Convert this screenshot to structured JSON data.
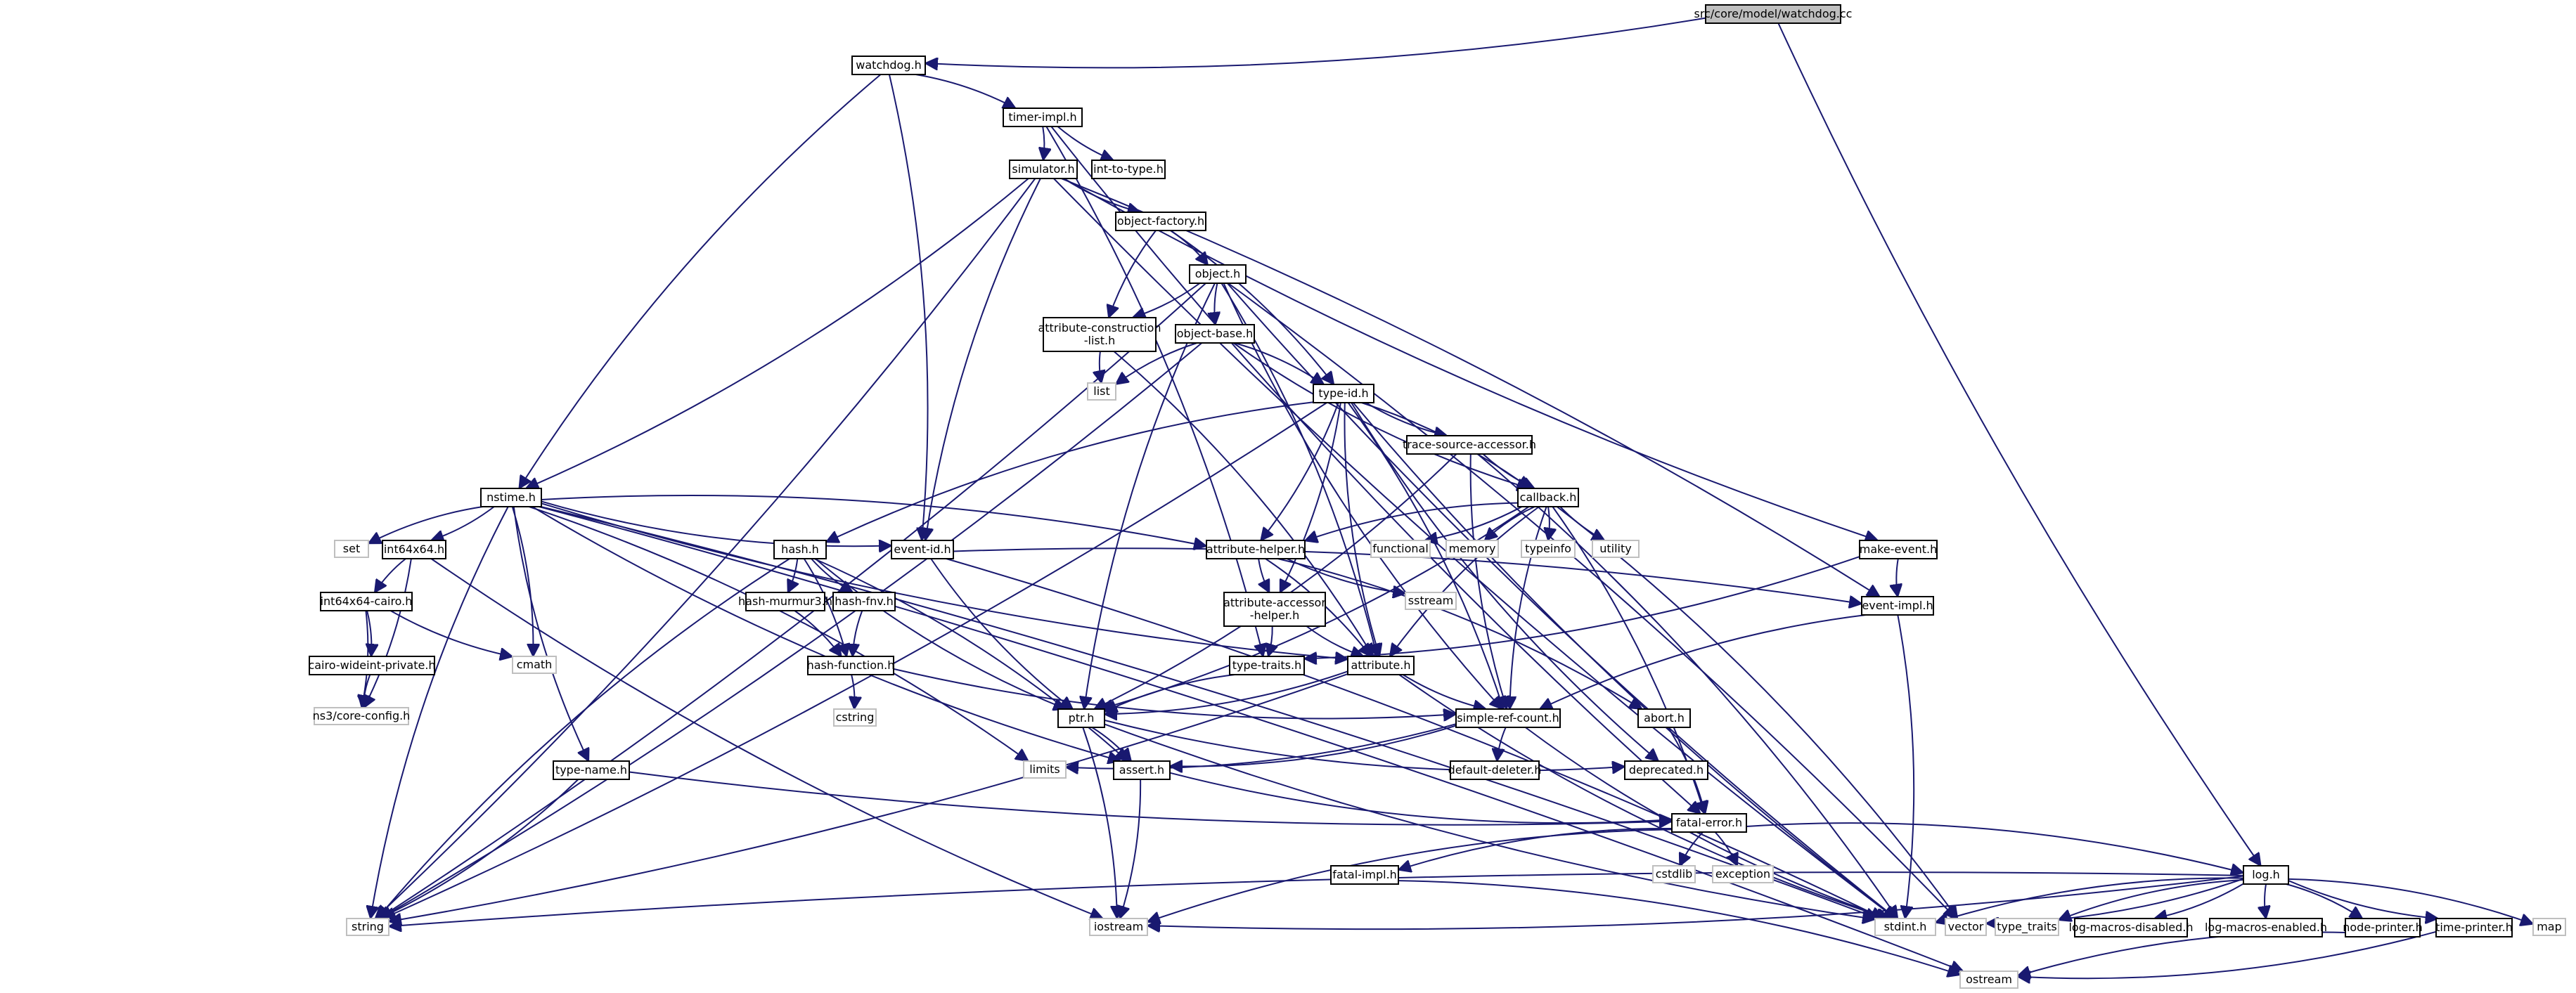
{
  "graph": {
    "nodes": [
      {
        "id": "root",
        "label": "src/core/model/watchdog.cc",
        "kind": "root"
      },
      {
        "id": "watchdog_h",
        "label": "watchdog.h",
        "kind": "project"
      },
      {
        "id": "timer_impl",
        "label": "timer-impl.h",
        "kind": "project"
      },
      {
        "id": "int_to_type",
        "label": "int-to-type.h",
        "kind": "project"
      },
      {
        "id": "simulator",
        "label": "simulator.h",
        "kind": "project"
      },
      {
        "id": "object_factory",
        "label": "object-factory.h",
        "kind": "project"
      },
      {
        "id": "object",
        "label": "object.h",
        "kind": "project"
      },
      {
        "id": "attr_construction",
        "label": [
          "attribute-construction",
          "-list.h"
        ],
        "kind": "project"
      },
      {
        "id": "object_base",
        "label": "object-base.h",
        "kind": "project"
      },
      {
        "id": "list",
        "label": "list",
        "kind": "system"
      },
      {
        "id": "type_id",
        "label": "type-id.h",
        "kind": "project"
      },
      {
        "id": "trace_source",
        "label": "trace-source-accessor.h",
        "kind": "project"
      },
      {
        "id": "callback",
        "label": "callback.h",
        "kind": "project"
      },
      {
        "id": "nstime",
        "label": "nstime.h",
        "kind": "project"
      },
      {
        "id": "set",
        "label": "set",
        "kind": "system"
      },
      {
        "id": "int64x64",
        "label": "int64x64.h",
        "kind": "project"
      },
      {
        "id": "hash",
        "label": "hash.h",
        "kind": "project"
      },
      {
        "id": "event_id",
        "label": "event-id.h",
        "kind": "project"
      },
      {
        "id": "attr_helper",
        "label": "attribute-helper.h",
        "kind": "project"
      },
      {
        "id": "functional",
        "label": "functional",
        "kind": "system"
      },
      {
        "id": "memory",
        "label": "memory",
        "kind": "system"
      },
      {
        "id": "typeinfo",
        "label": "typeinfo",
        "kind": "system"
      },
      {
        "id": "utility",
        "label": "utility",
        "kind": "system"
      },
      {
        "id": "make_event",
        "label": "make-event.h",
        "kind": "project"
      },
      {
        "id": "int64x64_cairo",
        "label": "int64x64-cairo.h",
        "kind": "project"
      },
      {
        "id": "hash_murmur3",
        "label": "hash-murmur3.h",
        "kind": "project"
      },
      {
        "id": "hash_fnv",
        "label": "hash-fnv.h",
        "kind": "project"
      },
      {
        "id": "sstream",
        "label": "sstream",
        "kind": "system"
      },
      {
        "id": "attr_accessor",
        "label": [
          "attribute-accessor",
          "-helper.h"
        ],
        "kind": "project"
      },
      {
        "id": "event_impl",
        "label": "event-impl.h",
        "kind": "project"
      },
      {
        "id": "cmath",
        "label": "cmath",
        "kind": "system"
      },
      {
        "id": "cairo_wideint",
        "label": "cairo-wideint-private.h",
        "kind": "project"
      },
      {
        "id": "hash_function",
        "label": "hash-function.h",
        "kind": "project"
      },
      {
        "id": "type_traits_h",
        "label": "type-traits.h",
        "kind": "project"
      },
      {
        "id": "attribute",
        "label": "attribute.h",
        "kind": "project"
      },
      {
        "id": "ns3_config",
        "label": "ns3/core-config.h",
        "kind": "system"
      },
      {
        "id": "cstring",
        "label": "cstring",
        "kind": "system"
      },
      {
        "id": "ptr",
        "label": "ptr.h",
        "kind": "project"
      },
      {
        "id": "simple_ref",
        "label": "simple-ref-count.h",
        "kind": "project"
      },
      {
        "id": "abort",
        "label": "abort.h",
        "kind": "project"
      },
      {
        "id": "type_name",
        "label": "type-name.h",
        "kind": "project"
      },
      {
        "id": "limits",
        "label": "limits",
        "kind": "system"
      },
      {
        "id": "assert",
        "label": "assert.h",
        "kind": "project"
      },
      {
        "id": "default_deleter",
        "label": "default-deleter.h",
        "kind": "project"
      },
      {
        "id": "deprecated",
        "label": "deprecated.h",
        "kind": "project"
      },
      {
        "id": "fatal_error",
        "label": "fatal-error.h",
        "kind": "project"
      },
      {
        "id": "cstdlib",
        "label": "cstdlib",
        "kind": "system"
      },
      {
        "id": "exception",
        "label": "exception",
        "kind": "system"
      },
      {
        "id": "fatal_impl",
        "label": "fatal-impl.h",
        "kind": "project"
      },
      {
        "id": "log",
        "label": "log.h",
        "kind": "project"
      },
      {
        "id": "string",
        "label": "string",
        "kind": "system"
      },
      {
        "id": "iostream",
        "label": "iostream",
        "kind": "system"
      },
      {
        "id": "stdint",
        "label": "stdint.h",
        "kind": "system"
      },
      {
        "id": "vector",
        "label": "vector",
        "kind": "system"
      },
      {
        "id": "type_traits",
        "label": "type_traits",
        "kind": "system"
      },
      {
        "id": "log_disabled",
        "label": "log-macros-disabled.h",
        "kind": "project"
      },
      {
        "id": "log_enabled",
        "label": "log-macros-enabled.h",
        "kind": "project"
      },
      {
        "id": "node_printer",
        "label": "node-printer.h",
        "kind": "project"
      },
      {
        "id": "time_printer",
        "label": "time-printer.h",
        "kind": "project"
      },
      {
        "id": "map",
        "label": "map",
        "kind": "system"
      },
      {
        "id": "ostream",
        "label": "ostream",
        "kind": "system"
      }
    ],
    "edges": [
      [
        "root",
        "watchdog_h"
      ],
      [
        "root",
        "log"
      ],
      [
        "watchdog_h",
        "timer_impl"
      ],
      [
        "watchdog_h",
        "nstime"
      ],
      [
        "watchdog_h",
        "event_id"
      ],
      [
        "timer_impl",
        "int_to_type"
      ],
      [
        "timer_impl",
        "simulator"
      ],
      [
        "timer_impl",
        "fatal_error"
      ],
      [
        "timer_impl",
        "type_traits_h"
      ],
      [
        "simulator",
        "object_factory"
      ],
      [
        "simulator",
        "nstime"
      ],
      [
        "simulator",
        "event_id"
      ],
      [
        "simulator",
        "event_impl"
      ],
      [
        "simulator",
        "make_event"
      ],
      [
        "simulator",
        "string"
      ],
      [
        "simulator",
        "stdint"
      ],
      [
        "object_factory",
        "object"
      ],
      [
        "object_factory",
        "attr_construction"
      ],
      [
        "object_factory",
        "type_id"
      ],
      [
        "object",
        "object_base"
      ],
      [
        "object",
        "attr_construction"
      ],
      [
        "object",
        "ptr"
      ],
      [
        "object",
        "attribute"
      ],
      [
        "object",
        "simple_ref"
      ],
      [
        "object",
        "string"
      ],
      [
        "object",
        "stdint"
      ],
      [
        "object",
        "vector"
      ],
      [
        "attr_construction",
        "list"
      ],
      [
        "attr_construction",
        "attribute"
      ],
      [
        "object_base",
        "list"
      ],
      [
        "object_base",
        "type_id"
      ],
      [
        "object_base",
        "callback"
      ],
      [
        "object_base",
        "string"
      ],
      [
        "type_id",
        "trace_source"
      ],
      [
        "type_id",
        "callback"
      ],
      [
        "type_id",
        "hash"
      ],
      [
        "type_id",
        "attr_helper"
      ],
      [
        "type_id",
        "attribute"
      ],
      [
        "type_id",
        "attr_accessor"
      ],
      [
        "type_id",
        "deprecated"
      ],
      [
        "type_id",
        "string"
      ],
      [
        "type_id",
        "stdint"
      ],
      [
        "type_id",
        "simple_ref"
      ],
      [
        "trace_source",
        "callback"
      ],
      [
        "trace_source",
        "ptr"
      ],
      [
        "trace_source",
        "simple_ref"
      ],
      [
        "trace_source",
        "stdint"
      ],
      [
        "callback",
        "attr_helper"
      ],
      [
        "callback",
        "functional"
      ],
      [
        "callback",
        "memory"
      ],
      [
        "callback",
        "typeinfo"
      ],
      [
        "callback",
        "utility"
      ],
      [
        "callback",
        "ptr"
      ],
      [
        "callback",
        "simple_ref"
      ],
      [
        "callback",
        "fatal_error"
      ],
      [
        "callback",
        "attribute"
      ],
      [
        "callback",
        "vector"
      ],
      [
        "nstime",
        "set"
      ],
      [
        "nstime",
        "int64x64"
      ],
      [
        "nstime",
        "event_id"
      ],
      [
        "nstime",
        "attr_helper"
      ],
      [
        "nstime",
        "attribute"
      ],
      [
        "nstime",
        "cmath"
      ],
      [
        "nstime",
        "type_name"
      ],
      [
        "nstime",
        "limits"
      ],
      [
        "nstime",
        "assert"
      ],
      [
        "nstime",
        "ostream"
      ],
      [
        "nstime",
        "string"
      ],
      [
        "nstime",
        "stdint"
      ],
      [
        "int64x64",
        "int64x64_cairo"
      ],
      [
        "int64x64",
        "ns3_config"
      ],
      [
        "int64x64",
        "iostream"
      ],
      [
        "int64x64_cairo",
        "cairo_wideint"
      ],
      [
        "int64x64_cairo",
        "cmath"
      ],
      [
        "int64x64_cairo",
        "ns3_config"
      ],
      [
        "cairo_wideint",
        "ns3_config"
      ],
      [
        "hash",
        "hash_murmur3"
      ],
      [
        "hash",
        "hash_fnv"
      ],
      [
        "hash",
        "hash_function"
      ],
      [
        "hash",
        "ptr"
      ],
      [
        "hash",
        "assert"
      ],
      [
        "hash",
        "string"
      ],
      [
        "hash_murmur3",
        "hash_function"
      ],
      [
        "hash_fnv",
        "hash_function"
      ],
      [
        "hash_function",
        "cstring"
      ],
      [
        "hash_function",
        "simple_ref"
      ],
      [
        "event_id",
        "event_impl"
      ],
      [
        "event_id",
        "ptr"
      ],
      [
        "event_id",
        "stdint"
      ],
      [
        "attr_helper",
        "attr_accessor"
      ],
      [
        "attr_helper",
        "attribute"
      ],
      [
        "attr_helper",
        "sstream"
      ],
      [
        "attr_helper",
        "abort"
      ],
      [
        "attr_accessor",
        "attribute"
      ],
      [
        "attr_accessor",
        "type_traits_h"
      ],
      [
        "make_event",
        "event_impl"
      ],
      [
        "make_event",
        "type_traits_h"
      ],
      [
        "event_impl",
        "simple_ref"
      ],
      [
        "event_impl",
        "stdint"
      ],
      [
        "type_traits_h",
        "ptr"
      ],
      [
        "attribute",
        "ptr"
      ],
      [
        "attribute",
        "simple_ref"
      ],
      [
        "attribute",
        "string"
      ],
      [
        "attribute",
        "stdint"
      ],
      [
        "ptr",
        "assert"
      ],
      [
        "ptr",
        "deprecated"
      ],
      [
        "ptr",
        "iostream"
      ],
      [
        "ptr",
        "stdint"
      ],
      [
        "simple_ref",
        "assert"
      ],
      [
        "simple_ref",
        "default_deleter"
      ],
      [
        "simple_ref",
        "limits"
      ],
      [
        "simple_ref",
        "stdint"
      ],
      [
        "abort",
        "fatal_error"
      ],
      [
        "type_name",
        "fatal_error"
      ],
      [
        "type_name",
        "string"
      ],
      [
        "assert",
        "fatal_error"
      ],
      [
        "assert",
        "iostream"
      ],
      [
        "fatal_error",
        "cstdlib"
      ],
      [
        "fatal_error",
        "exception"
      ],
      [
        "fatal_error",
        "fatal_impl"
      ],
      [
        "fatal_error",
        "log"
      ],
      [
        "fatal_error",
        "iostream"
      ],
      [
        "fatal_impl",
        "ostream"
      ],
      [
        "log",
        "string"
      ],
      [
        "log",
        "iostream"
      ],
      [
        "log",
        "stdint"
      ],
      [
        "log",
        "vector"
      ],
      [
        "log",
        "type_traits"
      ],
      [
        "log",
        "log_disabled"
      ],
      [
        "log",
        "log_enabled"
      ],
      [
        "log",
        "node_printer"
      ],
      [
        "log",
        "time_printer"
      ],
      [
        "log",
        "map"
      ],
      [
        "node_printer",
        "ostream"
      ],
      [
        "time_printer",
        "ostream"
      ]
    ]
  }
}
